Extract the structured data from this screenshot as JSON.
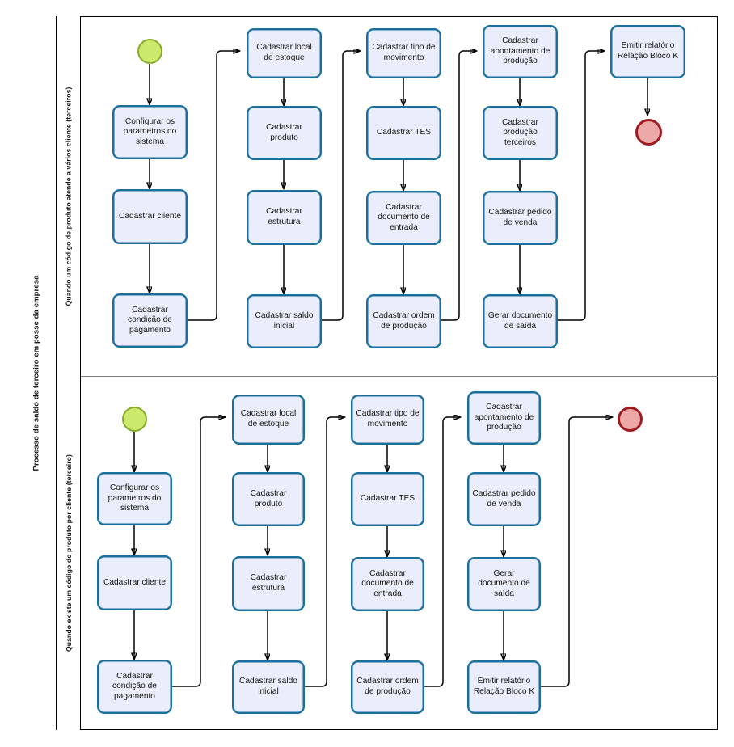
{
  "diagram": {
    "type": "bpmn-flowchart",
    "pool_label": "Processo de saldo de terceiro em posse da empresa",
    "colors": {
      "task_fill": "#eaeefc",
      "task_border": "#1a6f9c",
      "start_fill": "#cbe96b",
      "start_border": "#8aac2e",
      "end_fill": "#eda9a7",
      "end_border": "#9e1b22",
      "frame": "#000000",
      "lane_divider": "#7c7c7c"
    },
    "lanes": [
      {
        "id": "lane-1",
        "label": "Quando um código de produto atende a vários cliente (terceiros)",
        "start_event": "start-event",
        "end_event": "end-event",
        "columns": [
          {
            "id": "col-1",
            "tasks": [
              "Configurar os parametros do sistema",
              "Cadastrar cliente",
              "Cadastrar condição de pagamento"
            ]
          },
          {
            "id": "col-2",
            "tasks": [
              "Cadastrar local de estoque",
              "Cadastrar produto",
              "Cadastrar estrutura",
              "Cadastrar saldo inicial"
            ]
          },
          {
            "id": "col-3",
            "tasks": [
              "Cadastrar tipo de movimento",
              "Cadastrar TES",
              "Cadastrar documento de entrada",
              "Cadastrar ordem de produção"
            ]
          },
          {
            "id": "col-4",
            "tasks": [
              "Cadastrar apontamento de produção",
              "Cadastrar produção terceiros",
              "Cadastrar pedido de venda",
              "Gerar documento de saída"
            ]
          },
          {
            "id": "col-5",
            "tasks": [
              "Emitir relatório Relação Bloco K"
            ]
          }
        ]
      },
      {
        "id": "lane-2",
        "label": "Quando existe um código do produto por cliente (terceiro)",
        "start_event": "start-event",
        "end_event": "end-event",
        "columns": [
          {
            "id": "col-1",
            "tasks": [
              "Configurar os parametros do sistema",
              "Cadastrar cliente",
              "Cadastrar condição de pagamento"
            ]
          },
          {
            "id": "col-2",
            "tasks": [
              "Cadastrar local de estoque",
              "Cadastrar produto",
              "Cadastrar estrutura",
              "Cadastrar saldo inicial"
            ]
          },
          {
            "id": "col-3",
            "tasks": [
              "Cadastrar tipo de movimento",
              "Cadastrar TES",
              "Cadastrar documento de entrada",
              "Cadastrar ordem de produção"
            ]
          },
          {
            "id": "col-4",
            "tasks": [
              "Cadastrar apontamento de produção",
              "Cadastrar pedido de venda",
              "Gerar documento de saída",
              "Emitir relatório Relação Bloco K"
            ]
          }
        ]
      }
    ]
  }
}
